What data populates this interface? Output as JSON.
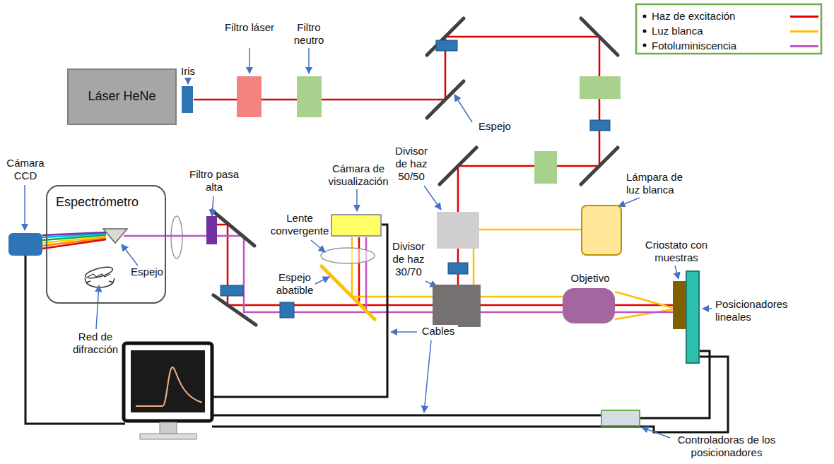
{
  "diagram": {
    "nodes": [
      {
        "text": [
          "Láser HeNe"
        ]
      },
      {
        "text": [
          "Iris"
        ]
      },
      {
        "text": [
          "Filtro láser"
        ]
      },
      {
        "text": [
          "Filtro neutro"
        ]
      },
      {
        "text": [
          "Cámara CCD"
        ]
      },
      {
        "text": [
          "Espectrómetro"
        ]
      },
      {
        "text": [
          "Filtro pasa alta"
        ]
      },
      {
        "text": [
          "Cámara de visualización"
        ]
      },
      {
        "text": [
          "Divisor de haz 50/50"
        ]
      },
      {
        "text": [
          "Lámpara de luz blanca"
        ]
      },
      {
        "text": [
          "Divisor de haz 30/70"
        ]
      },
      {
        "text": [
          "Objetivo"
        ]
      },
      {
        "text": [
          "Criostato con muestras"
        ]
      },
      {
        "text": [
          "Posicionadores lineales"
        ]
      },
      {
        "text": [
          "Controladoras de los posicionadores"
        ]
      }
    ],
    "edges": [
      {
        "from": 14,
        "to": 13,
        "arrow": "none"
      }
    ],
    "labels": [
      "Espejo",
      "Lente convergente",
      "Espejo abatible",
      "Espejo",
      "Red de difracción",
      "Cables"
    ],
    "legend": [
      {
        "text": "Haz de excitación",
        "color": "#e00000"
      },
      {
        "text": "Luz blanca",
        "color": "#ffc000"
      },
      {
        "text": "Fotoluminiscencia",
        "color": "#c055c8"
      }
    ]
  }
}
